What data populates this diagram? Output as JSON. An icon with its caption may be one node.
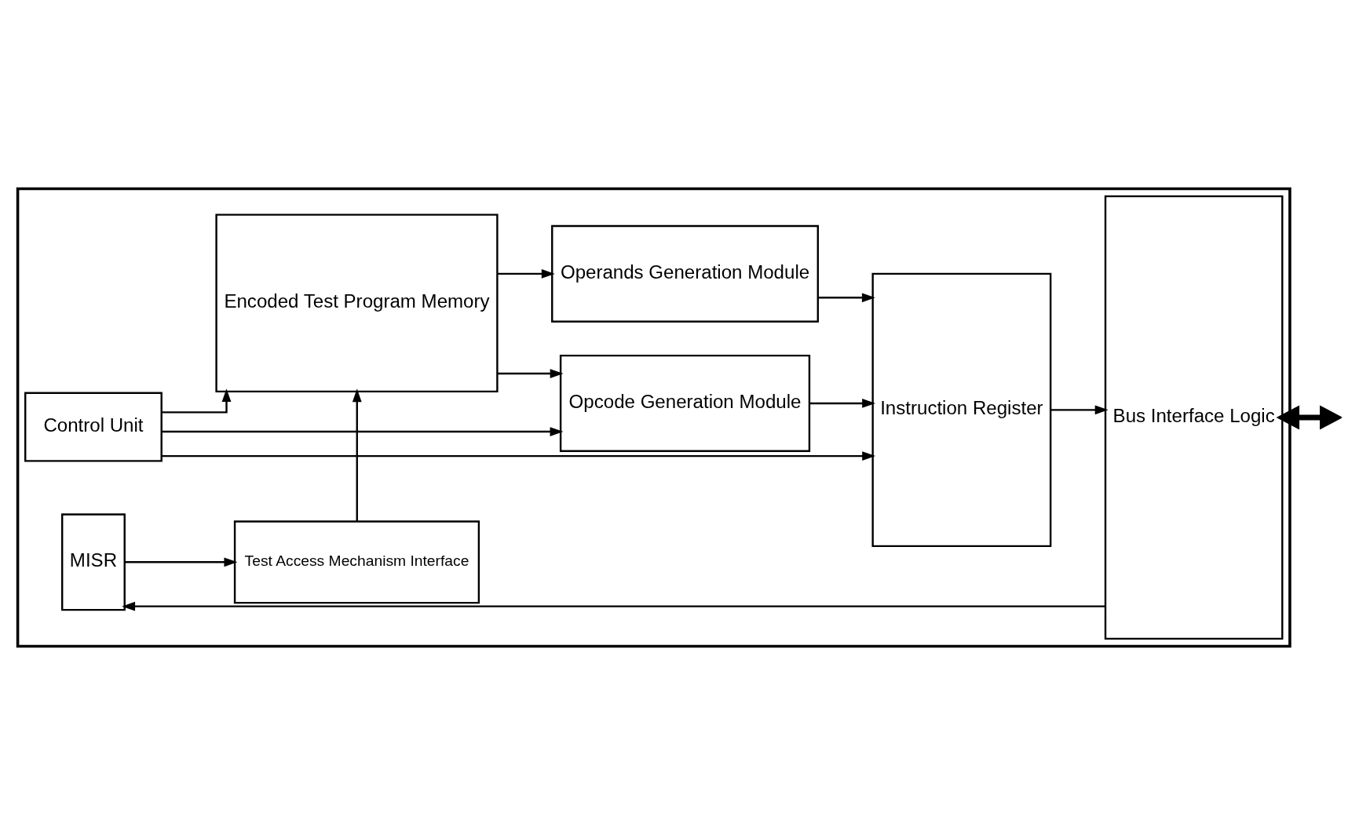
{
  "diagram": {
    "nodes": [
      {
        "text": [],
        "shape": "box"
      },
      {
        "text": [
          "Control Unit"
        ],
        "in": 0
      },
      {
        "text": [
          "Instruction Register"
        ],
        "in": 0
      },
      {
        "text": [
          "Encoded Test Program Memory"
        ],
        "in": 0
      },
      {
        "text": [
          "Opcode Generation Module"
        ],
        "in": 0
      },
      {
        "text": [
          "Operands Generation Module"
        ],
        "in": 0
      },
      {
        "text": [
          "Bus Interface Logic"
        ],
        "in": 0
      },
      {
        "text": [
          "MISR"
        ],
        "in": 0
      },
      {
        "text": [
          "Test Access Mechanism Interface"
        ],
        "in": 0
      }
    ],
    "edges": [
      {
        "from": 1,
        "to": 3,
        "arrow": "to"
      },
      {
        "from": 1,
        "to": 2,
        "arrow": "to"
      },
      {
        "from": 1,
        "to": 4,
        "arrow": "to"
      },
      {
        "from": 3,
        "to": 4,
        "arrow": "to"
      },
      {
        "from": 3,
        "to": 5,
        "arrow": "to"
      },
      {
        "from": 4,
        "to": 2,
        "arrow": "to"
      },
      {
        "from": 5,
        "to": 2,
        "arrow": "to"
      },
      {
        "from": 2,
        "to": 6,
        "arrow": "to"
      },
      {
        "from": 6,
        "to": 7,
        "arrow": "to"
      },
      {
        "from": 7,
        "to": 8,
        "arrow": "to"
      },
      {
        "from": 8,
        "to": 3,
        "arrow": "to"
      },
      {
        "from": 6,
        "to": null,
        "arrow": "both",
        "style": "thick"
      }
    ]
  }
}
